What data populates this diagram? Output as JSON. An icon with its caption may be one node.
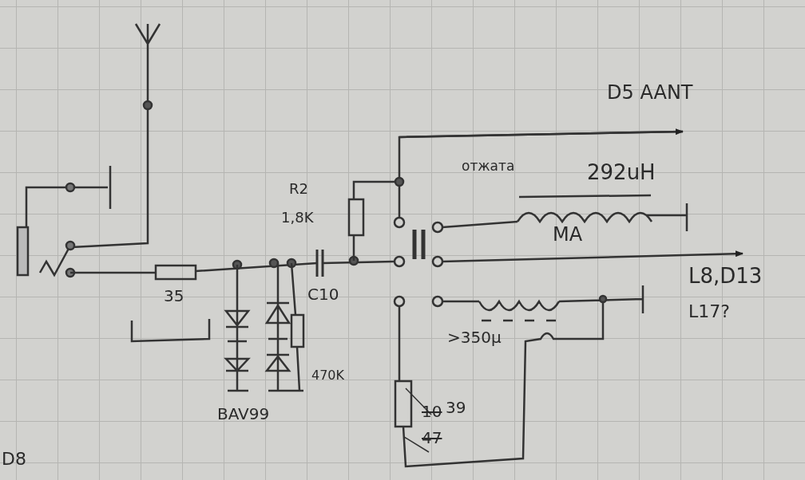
{
  "diagram": {
    "labels": [
      "D5 AANT",
      "отжата",
      "292uH",
      "R2",
      "1,8K",
      "MA",
      "35",
      "C10",
      "L8,D13",
      "L17?",
      ">350μ",
      "470K",
      "10",
      "39",
      "47",
      "BAV99",
      "D8"
    ]
  }
}
